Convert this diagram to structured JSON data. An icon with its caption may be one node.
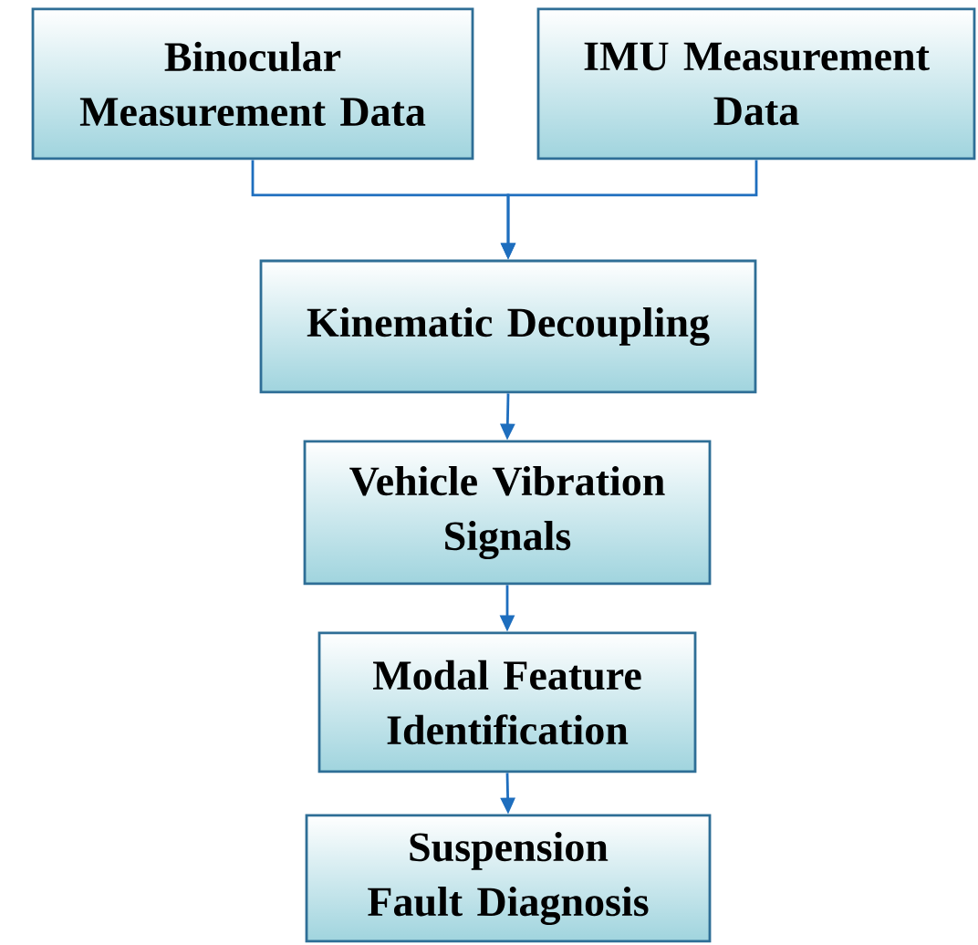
{
  "diagram": {
    "nodes": [
      {
        "text": [
          "Binocular Measurement Data"
        ]
      },
      {
        "text": [
          "IMU Measurement Data"
        ]
      },
      {
        "text": [
          "Kinematic Decoupling"
        ]
      },
      {
        "text": [
          "Vehicle Vibration Signals"
        ]
      },
      {
        "text": [
          "Modal Feature Identification"
        ]
      },
      {
        "text": [
          "Suspension Fault Diagnosis"
        ]
      }
    ],
    "edges": [
      {
        "from": 0,
        "to": 2,
        "arrow": "to"
      },
      {
        "from": 1,
        "to": 2,
        "arrow": "to"
      },
      {
        "from": 2,
        "to": 3,
        "arrow": "to"
      },
      {
        "from": 3,
        "to": 4,
        "arrow": "to"
      },
      {
        "from": 4,
        "to": 5,
        "arrow": "to"
      }
    ]
  }
}
